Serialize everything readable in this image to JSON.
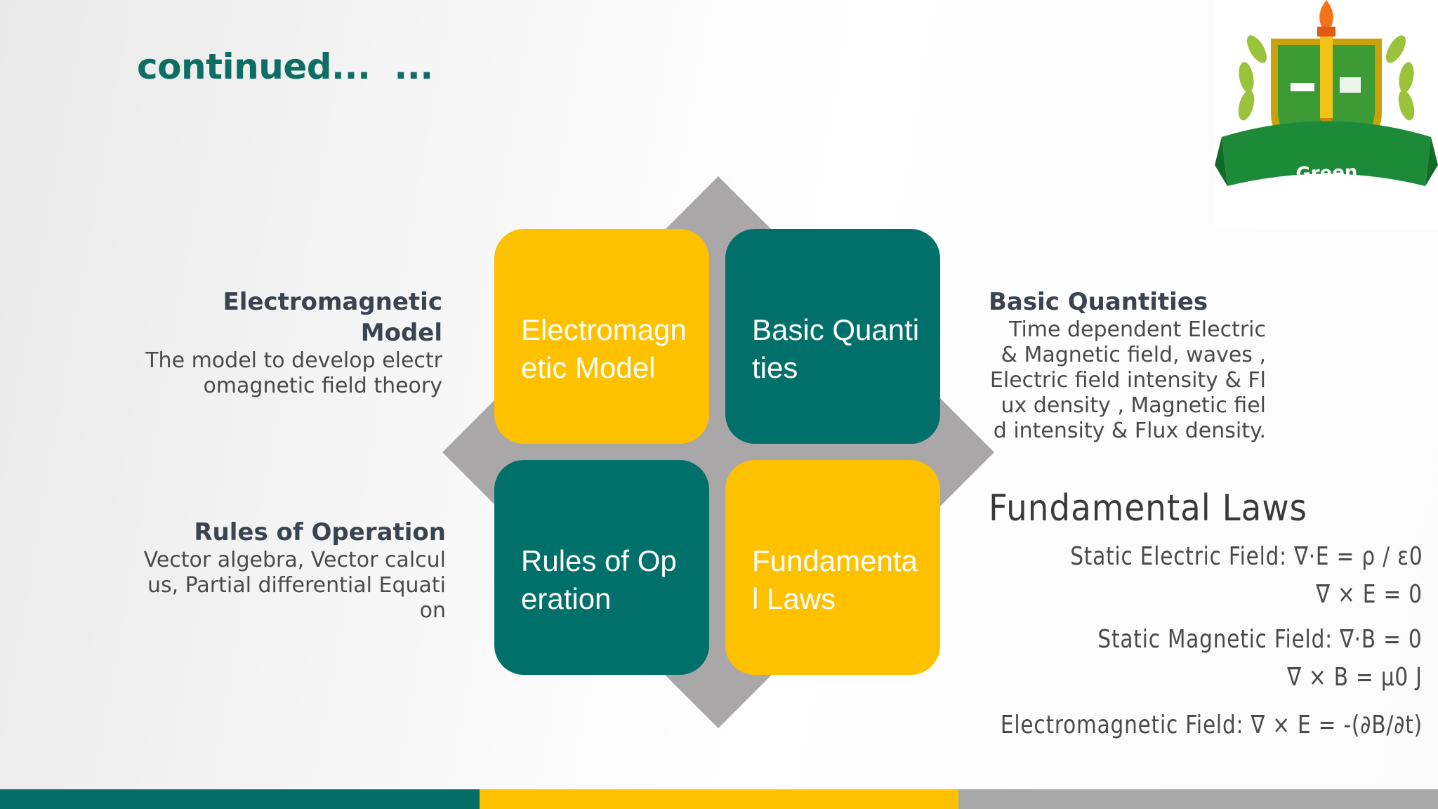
{
  "slide": {
    "title": "continued...  ...",
    "logo_text": "Green University"
  },
  "quadrants": {
    "top_left": "Electromagnetic Model",
    "top_right": "Basic Quantities",
    "bottom_left": "Rules of Operation",
    "bottom_right": "Fundamental  Laws"
  },
  "descriptions": {
    "electromagnetic_model": {
      "heading": "Electromagnetic Model",
      "body": "The model to develop electromagnetic field theory"
    },
    "rules_of_operation": {
      "heading": "Rules of Operation",
      "body": "Vector algebra, Vector calculus, Partial differential Equation"
    },
    "basic_quantities": {
      "heading": "Basic Quantities",
      "body": "Time dependent Electric & Magnetic field, waves , Electric field intensity & Flux density , Magnetic field intensity & Flux density."
    }
  },
  "fundamental_laws": {
    "heading": "Fundamental Laws",
    "eq1": "Static Electric Field: ∇·E = ρ / ε0",
    "eq2": "∇ × E = 0",
    "eq3": "Static Magnetic Field: ∇·B = 0",
    "eq4": "∇ × B = μ0 J",
    "eq5": "Electromagnetic Field: ∇ × E = -(∂B/∂t)"
  },
  "colors": {
    "teal": "#02706a",
    "yellow": "#fdc100",
    "gray": "#a8a8a8",
    "title": "#0e6e64"
  }
}
